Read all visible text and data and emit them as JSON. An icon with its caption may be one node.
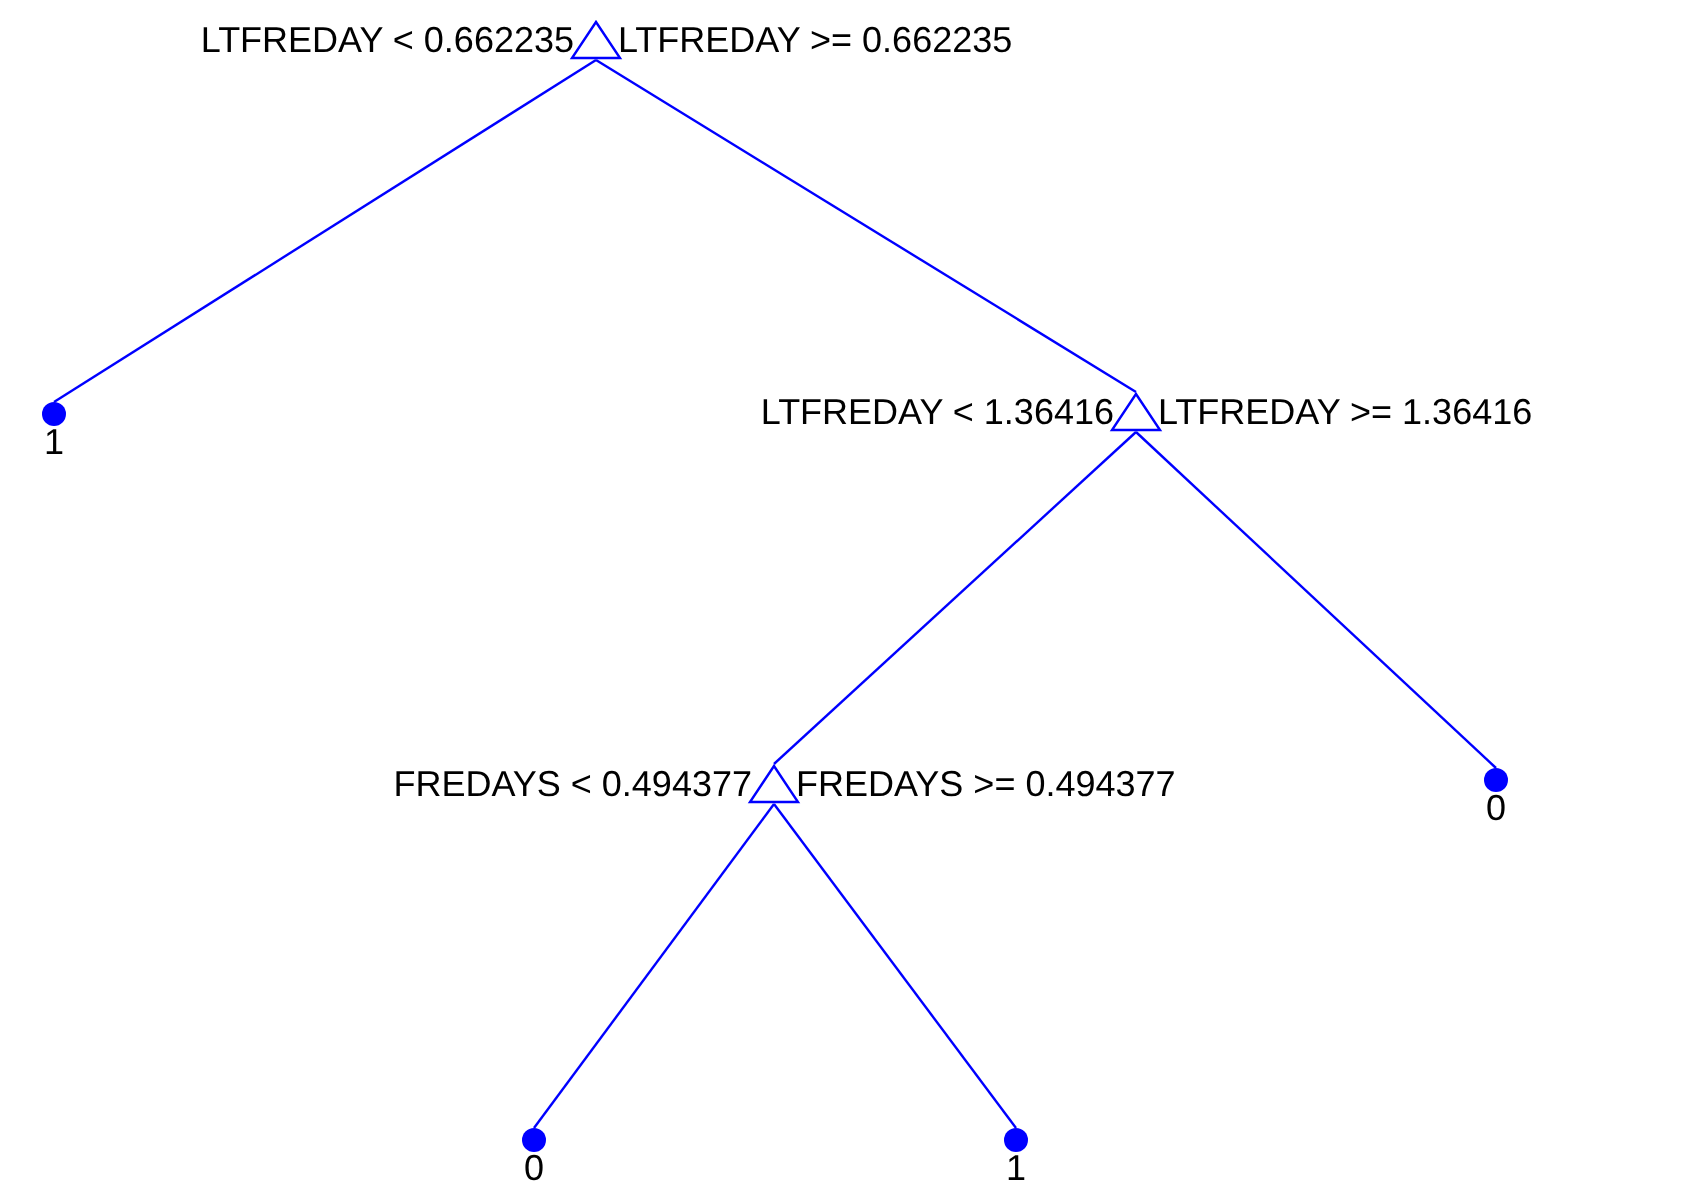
{
  "diagram": {
    "nodes": [
      {
        "text": [],
        "shape": "triangle",
        "beside": [
          "LTFREDAY < 0.662235",
          "LTFREDAY >= 0.662235"
        ]
      },
      {
        "text": [],
        "shape": "circle",
        "beside": [
          "1"
        ]
      },
      {
        "text": [],
        "shape": "triangle",
        "beside": [
          "LTFREDAY < 1.36416",
          "LTFREDAY >= 1.36416"
        ]
      },
      {
        "text": [],
        "shape": "triangle",
        "beside": [
          "FREDAYS < 0.494377",
          "FREDAYS >= 0.494377"
        ]
      },
      {
        "text": [],
        "shape": "circle",
        "beside": [
          "0"
        ]
      },
      {
        "text": [],
        "shape": "circle",
        "beside": [
          "0"
        ]
      },
      {
        "text": [],
        "shape": "circle",
        "beside": [
          "1"
        ]
      }
    ],
    "edges": [
      {
        "from": 0,
        "to": 1,
        "arrow": "none"
      },
      {
        "from": 0,
        "to": 2,
        "arrow": "none"
      },
      {
        "from": 2,
        "to": 3,
        "arrow": "none"
      },
      {
        "from": 2,
        "to": 4,
        "arrow": "none"
      },
      {
        "from": 3,
        "to": 5,
        "arrow": "none"
      },
      {
        "from": 3,
        "to": 6,
        "arrow": "none"
      }
    ]
  }
}
